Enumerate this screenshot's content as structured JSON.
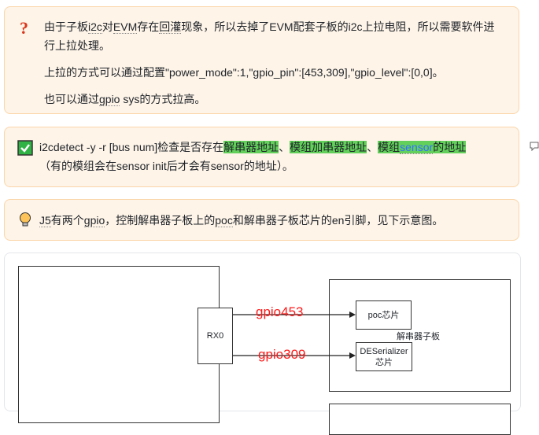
{
  "callout1": {
    "icon": "question-icon",
    "line1_a": "由于子板",
    "line1_b": "i2c",
    "line1_c": "对",
    "line1_d": "EVM",
    "line1_e": "存在",
    "line1_f": "回灌",
    "line1_g": "现象，所以去掉了EVM配套子板的i2c上拉电阻，所以需要软件进行上拉处理。",
    "para2": "上拉的方式可以通过配置\"power_mode\":1,\"gpio_pin\":[453,309],\"gpio_level\":[0,0]。",
    "para3_a": "也可以通过",
    "para3_b": "gpio",
    "para3_c": " sys的方式拉高。"
  },
  "callout2": {
    "icon": "checkbox-icon",
    "t1": "i2cdetect -y -r [bus num]检查是否存在",
    "h1": "解串器地址",
    "t2": "、",
    "h2": "模组加串器地址",
    "t3": "、",
    "h3a": "模组",
    "h3b": "sensor",
    "h3c": "的地址",
    "t4": "（有的模组会在sensor init后才会有sensor的地址）。"
  },
  "callout3": {
    "icon": "lightbulb-icon",
    "t1": "J5",
    "t2": "有两个",
    "t3": "gpio",
    "t4": "，控制解串器子板上的",
    "t5": "poc",
    "t6": "和解串器子板芯片的en引脚，见下示意图。"
  },
  "diagram": {
    "rx0": "RX0",
    "gpio1": "gpio453",
    "gpio2": "gpio309",
    "poc": "poc芯片",
    "board": "解串器子板",
    "des": "DESerializer 芯片"
  }
}
